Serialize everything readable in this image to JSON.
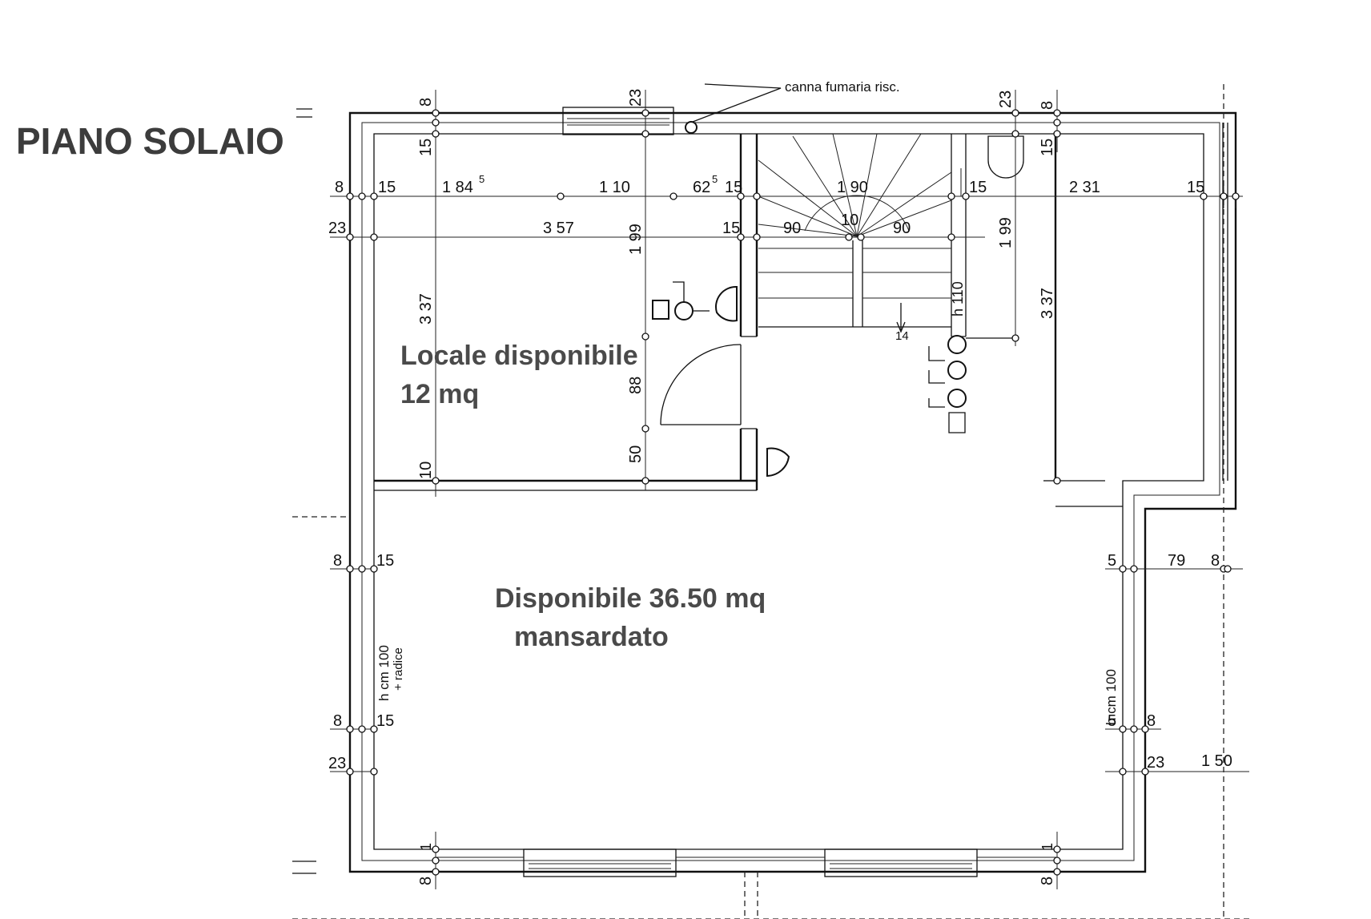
{
  "title": "PIANO SOLAIO",
  "rooms": {
    "locale_line1": "Locale disponibile",
    "locale_line2": "12 mq",
    "disp_line1": "Disponibile 36.50 mq",
    "disp_line2": "mansardato"
  },
  "annotations": {
    "flue": "canna fumaria risc.",
    "height_left_line1": "h cm 100",
    "height_left_line2": "+ radice",
    "height_right": "h cm 100",
    "stair_height": "h 110",
    "stair_steps": "14"
  },
  "dimensions": {
    "top_8_left": "8",
    "top_15_left": "15",
    "top_23_mid": "23",
    "top_23_right": "23",
    "top_8_right": "8",
    "top_15_right": "15",
    "row1_8": "8",
    "row1_15a": "15",
    "row1_184": "1 84",
    "row1_184_sup": "5",
    "row1_110": "1 10",
    "row1_62": "62",
    "row1_62_sup": "5",
    "row1_15b": "15",
    "row1_190": "1 90",
    "row1_15c": "15",
    "row1_231": "2 31",
    "row1_15d": "15",
    "row2_23": "23",
    "row2_357": "3 57",
    "row2_15": "15",
    "row2_90a": "90",
    "row2_10": "10",
    "row2_90b": "90",
    "v_337_left": "3 37",
    "v_199_mid": "1 99",
    "v_199_right": "1 99",
    "v_337_right": "3 37",
    "v_88": "88",
    "v_50": "50",
    "v_10": "10",
    "left_8a": "8",
    "left_15a": "15",
    "left_8b": "8",
    "left_15b": "15",
    "left_23": "23",
    "right_5a": "5",
    "right_79": "79",
    "right_8a": "8",
    "right_5b": "5",
    "right_8b": "8",
    "right_23": "23",
    "right_150": "1 50",
    "bot_1_left": "1",
    "bot_8_left": "8",
    "bot_1_right": "1",
    "bot_8_right": "8"
  }
}
